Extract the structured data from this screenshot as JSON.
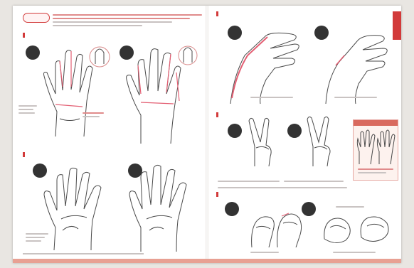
{
  "left_page": {
    "badge_label": "",
    "section_1_title": "",
    "section_2_title": "",
    "example_badges": [
      "",
      "",
      "",
      ""
    ],
    "page_number": ""
  },
  "right_page": {
    "section_1_title": "",
    "section_2_title": "",
    "section_3_title": "",
    "example_badges": [
      "",
      "",
      "",
      "",
      "",
      ""
    ],
    "page_number": "",
    "side_tab_text": ""
  },
  "colors": {
    "accent": "#d23a3a",
    "pink_stroke": "#e35f73",
    "line_art": "#4a4a4a",
    "bottom_bar": "#e8a093",
    "tip_box_fill": "#fdf2ee"
  },
  "icons": [
    "hand-line-art-illustration",
    "red-guide-line",
    "example-badge"
  ]
}
